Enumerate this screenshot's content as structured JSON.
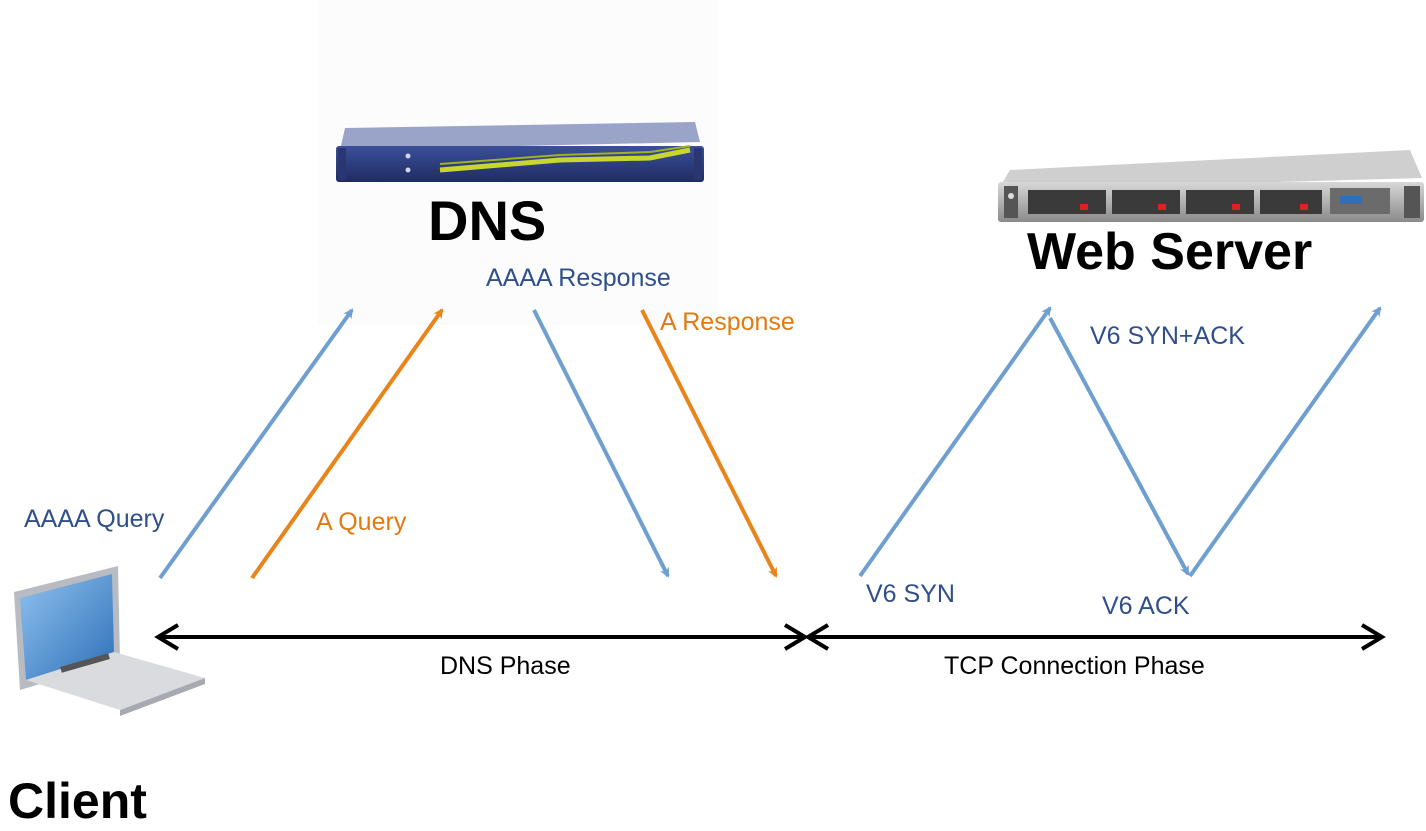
{
  "nodes": {
    "dns": "DNS",
    "web_server": "Web Server",
    "client": "Client"
  },
  "messages": {
    "aaaa_query": "AAAA Query",
    "a_query": "A Query",
    "aaaa_response": "AAAA Response",
    "a_response": "A Response",
    "v6_syn": "V6 SYN",
    "v6_syn_ack": "V6 SYN+ACK",
    "v6_ack": "V6 ACK"
  },
  "phases": {
    "dns_phase": "DNS Phase",
    "tcp_phase": "TCP Connection Phase"
  },
  "colors": {
    "ipv6_arrow": "#6f9fd0",
    "ipv4_arrow": "#e8841a",
    "ipv6_text": "#2f4f8a",
    "ipv4_text": "#e07b12",
    "timeline": "#000000"
  }
}
